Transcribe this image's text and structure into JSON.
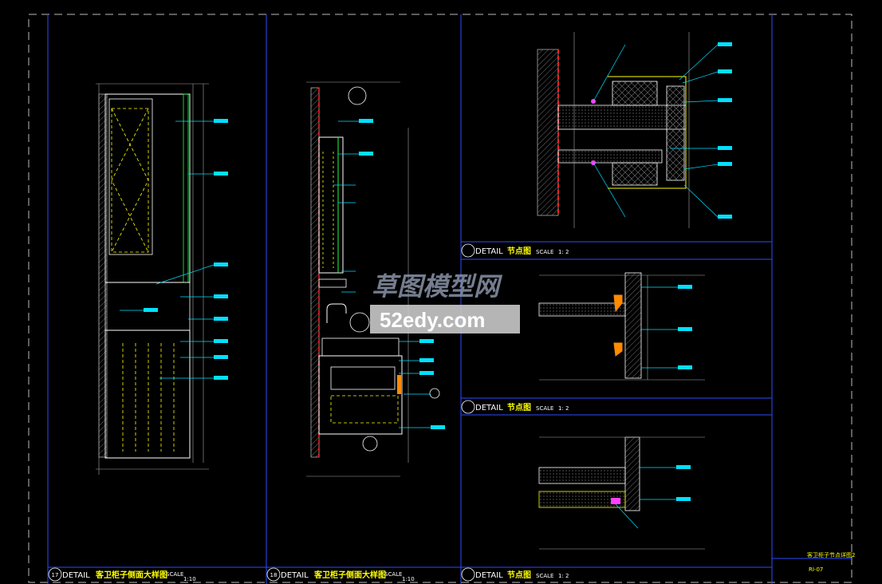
{
  "drawing": {
    "colors": {
      "frame": "#2b4bff",
      "outline": "#ffffff",
      "dim": "#a8a8a8",
      "accent": "#ffff00",
      "hatch": "#6a6a6a",
      "cyan": "#00e0ff",
      "red": "#ff2020",
      "green": "#20ff40",
      "magenta": "#ff40ff",
      "orange": "#ff8a00"
    },
    "titles": [
      {
        "num": "17",
        "word": "DETAIL",
        "name": "客卫柜子侧面大样图",
        "scale_label": "SCALE",
        "scale_value": "1:10"
      },
      {
        "num": "18",
        "word": "DETAIL",
        "name": "客卫柜子侧面大样图",
        "scale_label": "SCALE",
        "scale_value": "1:10"
      },
      {
        "num": "",
        "word": "DETAIL",
        "name": "节点图",
        "scale_label": "SCALE",
        "scale_value": "1: 2"
      }
    ],
    "section_titles": [
      {
        "word": "DETAIL",
        "name": "节点图",
        "scale_label": "SCALE",
        "scale_value": "1: 2"
      },
      {
        "word": "DETAIL",
        "name": "节点图",
        "scale_label": "SCALE",
        "scale_value": "1: 2"
      }
    ],
    "sheet": {
      "name": "客卫柜子节点详图2",
      "code": "RI-07"
    },
    "watermark": {
      "line1": "草图模型网",
      "line2": "52edy.com"
    }
  }
}
